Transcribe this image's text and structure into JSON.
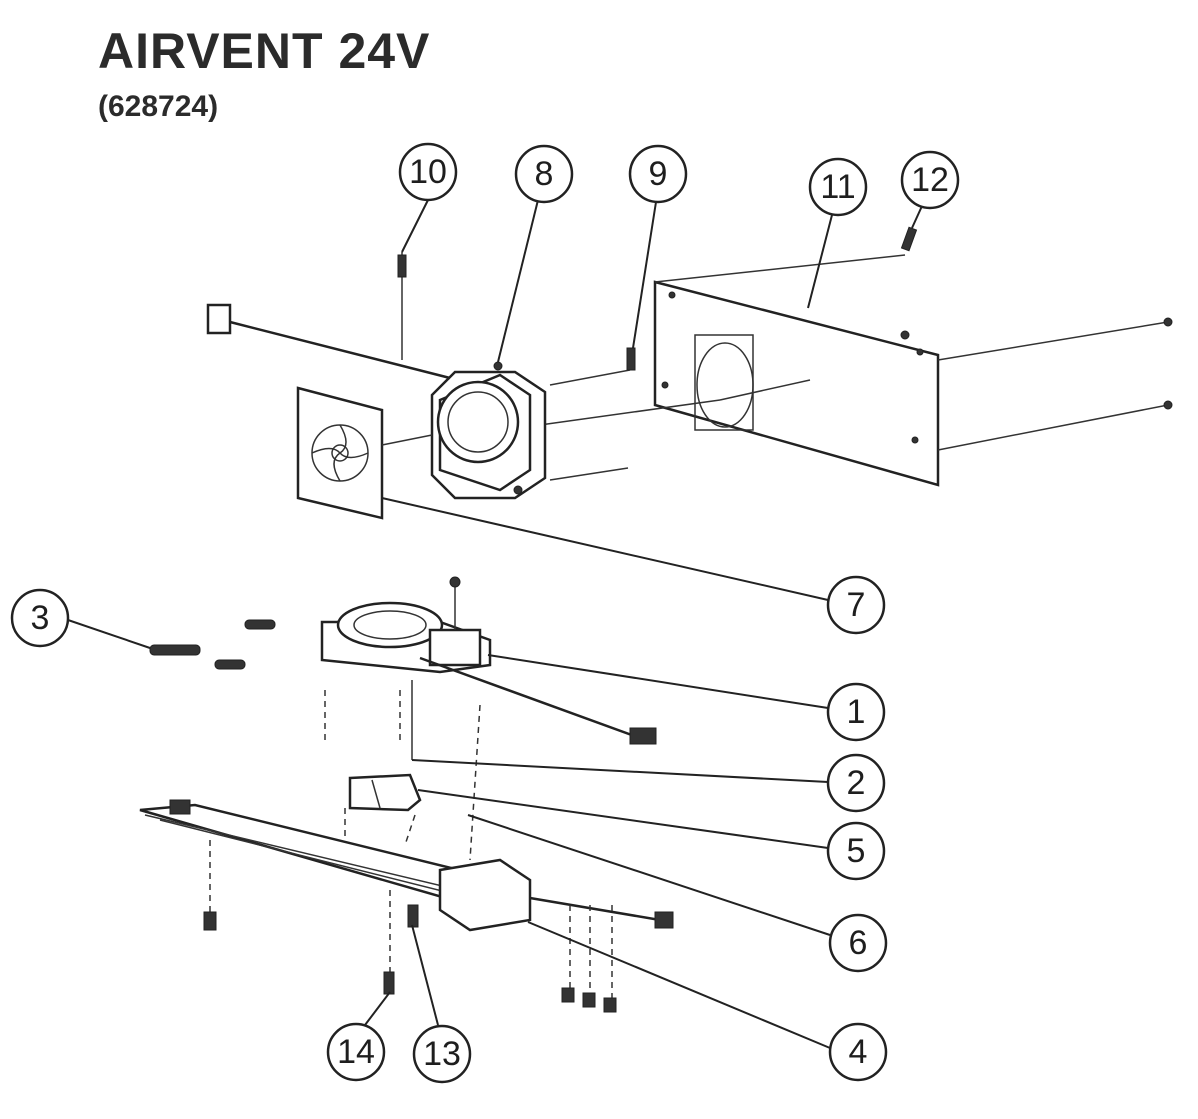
{
  "header": {
    "title": "AIRVENT 24V",
    "subtitle": "(628724)"
  },
  "callouts": [
    "1",
    "2",
    "3",
    "4",
    "5",
    "6",
    "7",
    "8",
    "9",
    "10",
    "11",
    "12",
    "13",
    "14"
  ]
}
